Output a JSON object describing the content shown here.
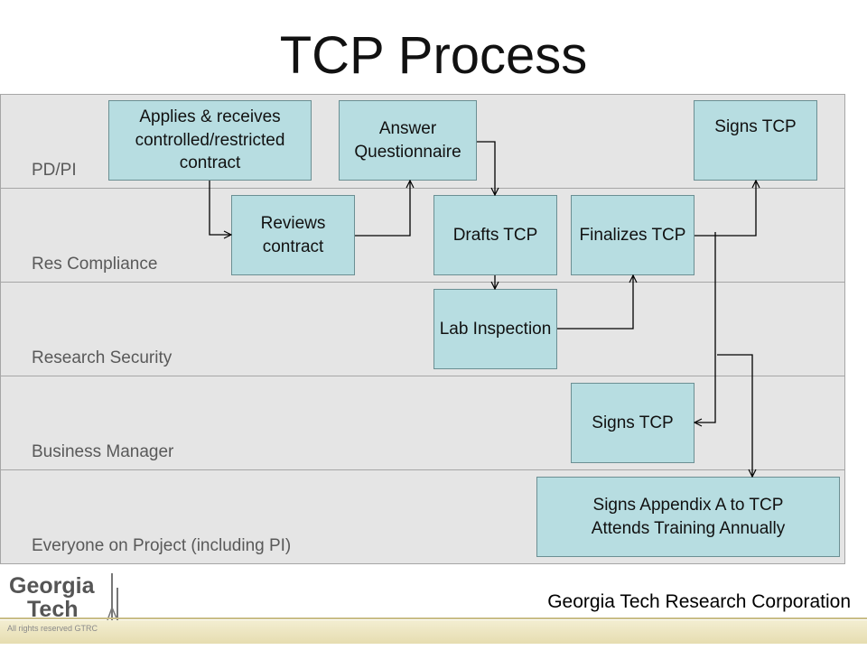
{
  "title": "TCP Process",
  "lanes": [
    {
      "label": "PD/PI"
    },
    {
      "label": "Res Compliance"
    },
    {
      "label": "Research Security"
    },
    {
      "label": "Business Manager"
    },
    {
      "label": "Everyone on Project (including PI)"
    }
  ],
  "boxes": {
    "applies": "Applies & receives controlled/restricted contract",
    "answer": "Answer Questionnaire",
    "signs_pi": "Signs TCP",
    "reviews": "Reviews contract",
    "drafts": "Drafts TCP",
    "finalizes": "Finalizes TCP",
    "lab": "Lab Inspection",
    "signs_bm": "Signs TCP",
    "appendix": "Signs Appendix A to TCP\nAttends Training Annually"
  },
  "footer": {
    "logo_word1": "Georgia",
    "logo_word2": "Tech",
    "org": "Georgia Tech Research Corporation",
    "rights": "All rights reserved GTRC"
  }
}
